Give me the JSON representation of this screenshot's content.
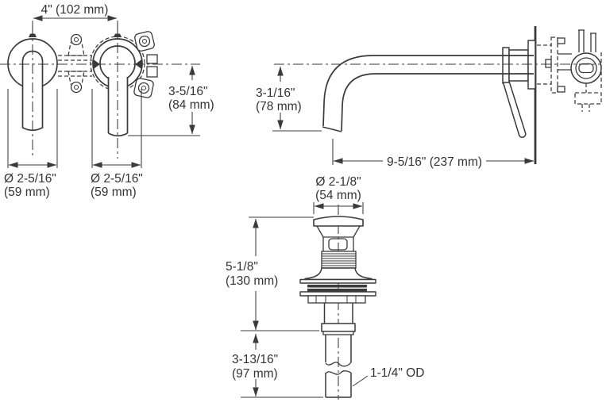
{
  "diagram": {
    "title": "wall-mount-faucet-and-drain-dimension-drawing",
    "line_color": "#3a3a3a",
    "background_color": "#ffffff",
    "front_view": {
      "handle_spacing": "4\" (102 mm)",
      "spout_drop_line1": "3-5/16\"",
      "spout_drop_line2": "(84 mm)",
      "handle_escutcheon_dia_line1": "Ø 2-5/16\"",
      "handle_escutcheon_dia_line2": "(59 mm)",
      "spout_escutcheon_dia_line1": "Ø 2-5/16\"",
      "spout_escutcheon_dia_line2": "(59 mm)"
    },
    "side_view": {
      "spout_drop_line1": "3-1/16\"",
      "spout_drop_line2": "(78 mm)",
      "spout_reach": "9-5/16\" (237 mm)"
    },
    "drain_view": {
      "stopper_dia_line1": "Ø 2-1/8\"",
      "stopper_dia_line2": "(54 mm)",
      "drain_height_line1": "5-1/8\"",
      "drain_height_line2": "(130 mm)",
      "tailpiece_length_line1": "3-13/16\"",
      "tailpiece_length_line2": "(97 mm)",
      "tailpiece_od": "1-1/4\" OD"
    }
  }
}
